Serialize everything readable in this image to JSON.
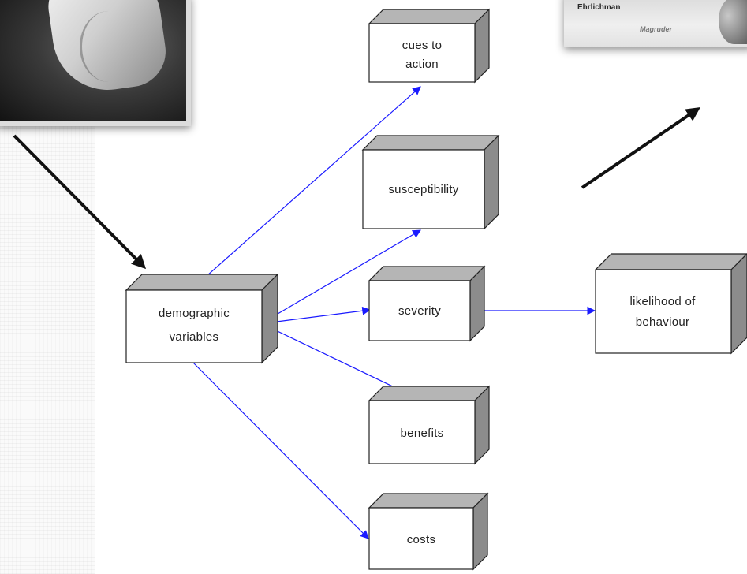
{
  "photo_left_caption": "",
  "photo_right": {
    "name_1": "Ehrlichman",
    "name_2": "Magruder"
  },
  "nodes": {
    "demographic": [
      "demographic",
      "variables"
    ],
    "cues": [
      "cues to",
      "action"
    ],
    "susceptibility": [
      "susceptibility"
    ],
    "severity": [
      "severity"
    ],
    "benefits": [
      "benefits"
    ],
    "costs": [
      "costs"
    ],
    "likelihood": [
      "likelihood of",
      "behaviour"
    ]
  },
  "colors": {
    "connector": "#1a1aff",
    "box_face": "#ffffff",
    "box_top": "#b5b5b5",
    "box_side": "#8c8c8c",
    "pointer_arrow": "#111111"
  }
}
